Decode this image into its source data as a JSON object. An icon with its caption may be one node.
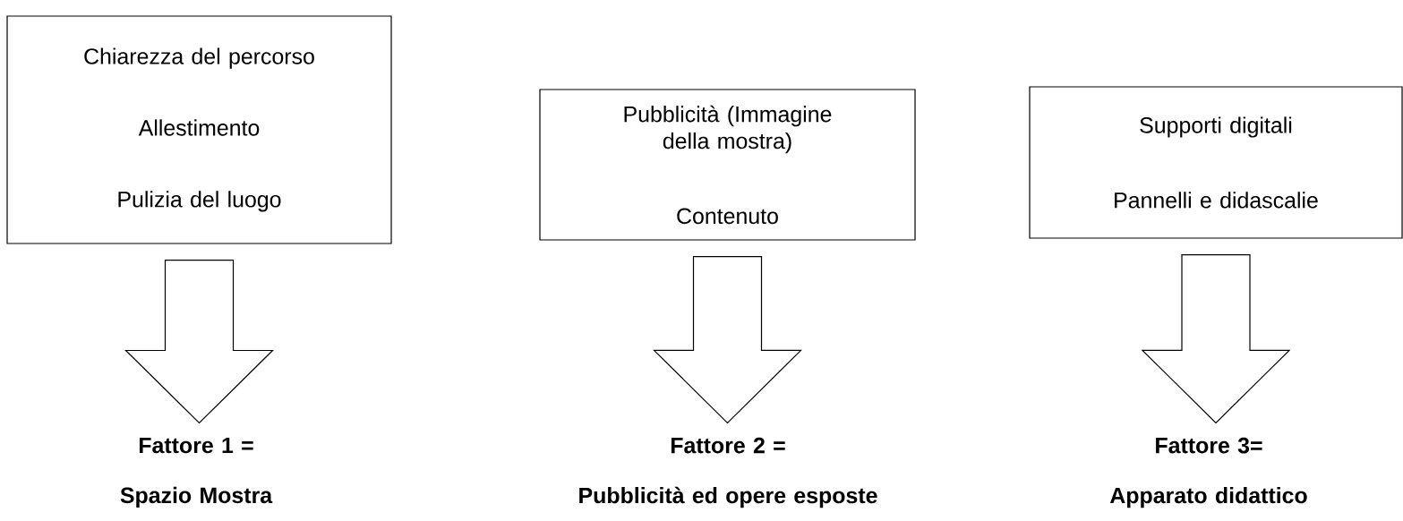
{
  "diagram": {
    "nodes": [
      {
        "text": [
          "Chiarezza del percorso",
          "Allestimento",
          "Pulizia del luogo"
        ]
      },
      {
        "text": [
          "Pubblicità (Immagine della mostra)",
          "Contenuto"
        ]
      },
      {
        "text": [
          "Supporti digitali",
          "Pannelli e didascalie"
        ]
      },
      {
        "text": [
          "Fattore 1 =",
          "Spazio Mostra"
        ]
      },
      {
        "text": [
          "Fattore 2 =",
          "Pubblicità ed opere esposte"
        ]
      },
      {
        "text": [
          "Fattore 3=",
          "Apparato didattico"
        ]
      }
    ],
    "edges": [
      {
        "from": 0,
        "to": 3,
        "arrow": "to"
      },
      {
        "from": 1,
        "to": 4,
        "arrow": "to"
      },
      {
        "from": 2,
        "to": 5,
        "arrow": "to"
      }
    ]
  }
}
